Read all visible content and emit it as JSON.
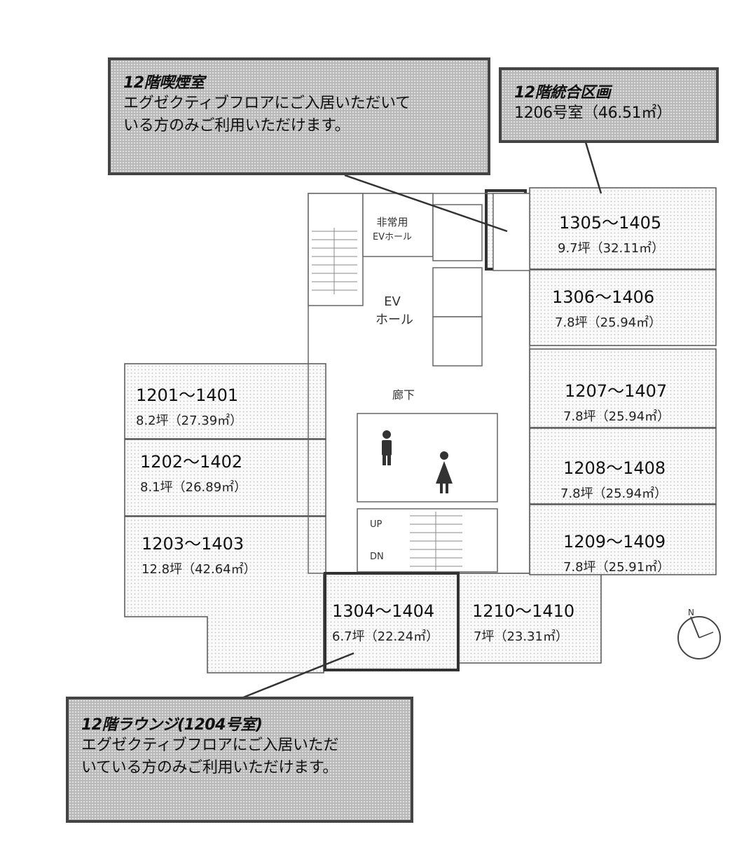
{
  "callouts": {
    "smoking": {
      "title": "12階喫煙室",
      "line1": "エグゼクティブフロアにご入居いただいて",
      "line2": "いる方のみご利用いただけます。"
    },
    "integrated": {
      "title": "12階統合区画",
      "line1": "1206号室（46.51㎡）"
    },
    "lounge": {
      "title": "12階ラウンジ(1204号室)",
      "line1": "エグゼクティブフロアにご入居いただ",
      "line2": "いている方のみご利用いただけます。"
    }
  },
  "core": {
    "emergency_ev": [
      "非常用",
      "EVホール"
    ],
    "ev_hall": [
      "EV",
      "ホール"
    ],
    "corridor": "廊下",
    "stair_up": "UP",
    "stair_down": "DN"
  },
  "rooms": {
    "r1201": {
      "num": "1201～1401",
      "area": "8.2坪（27.39㎡）"
    },
    "r1202": {
      "num": "1202～1402",
      "area": "8.1坪（26.89㎡）"
    },
    "r1203": {
      "num": "1203～1403",
      "area": "12.8坪（42.64㎡）"
    },
    "r1304": {
      "num": "1304～1404",
      "area": "6.7坪（22.24㎡）"
    },
    "r1210": {
      "num": "1210～1410",
      "area": "7坪（23.31㎡）"
    },
    "r1305": {
      "num": "1305～1405",
      "area": "9.7坪（32.11㎡）"
    },
    "r1306": {
      "num": "1306～1406",
      "area": "7.8坪（25.94㎡）"
    },
    "r1207": {
      "num": "1207～1407",
      "area": "7.8坪（25.94㎡）"
    },
    "r1208": {
      "num": "1208～1408",
      "area": "7.8坪（25.94㎡）"
    },
    "r1209": {
      "num": "1209～1409",
      "area": "7.8坪（25.91㎡）"
    }
  },
  "compass_letter": "N"
}
